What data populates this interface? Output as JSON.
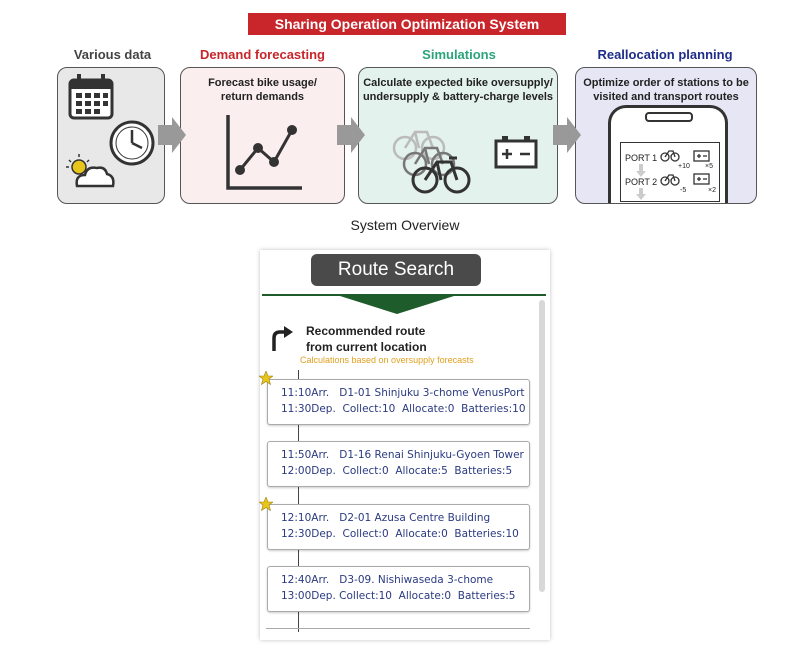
{
  "banner": {
    "title": "Sharing Operation Optimization System"
  },
  "stages": [
    {
      "title": "Various data",
      "color": "#444444"
    },
    {
      "title": "Demand forecasting",
      "color": "#c8262b",
      "text": [
        "Forecast bike usage/",
        "return demands"
      ]
    },
    {
      "title": "Simulations",
      "color": "#2ba37c",
      "text": [
        "Calculate expected bike oversupply/",
        "undersupply & battery-charge levels"
      ]
    },
    {
      "title": "Reallocation planning",
      "color": "#1e2d8a",
      "text": [
        "Optimize order of stations to be",
        "visited and transport routes"
      ]
    }
  ],
  "phone_screen": {
    "port1": "PORT 1",
    "port1_plus": "+10",
    "port1_mult": "×5",
    "port2": "PORT 2",
    "port2_minus": "-5",
    "port2_mult": "×2"
  },
  "caption": "System Overview",
  "route": {
    "button": "Route Search",
    "heading_line1": "Recommended route",
    "heading_line2": "from current location",
    "note": "Calculations based on oversupply forecasts",
    "stops": [
      {
        "line1": "11:10Arr.   D1-01 Shinjuku 3-chome VenusPort",
        "line2": "11:30Dep.  Collect:10  Allocate:0  Batteries:10",
        "star": true
      },
      {
        "line1": "11:50Arr.   D1-16 Renai Shinjuku-Gyoen Tower",
        "line2": "12:00Dep.  Collect:0  Allocate:5  Batteries:5",
        "star": false
      },
      {
        "line1": "12:10Arr.   D2-01 Azusa Centre Building",
        "line2": "12:30Dep.  Collect:0  Allocate:0  Batteries:10",
        "star": true
      },
      {
        "line1": "12:40Arr.   D3-09. Nishiwaseda 3-chome",
        "line2": "13:00Dep. Collect:10  Allocate:0  Batteries:5",
        "star": false
      }
    ]
  },
  "colors": {
    "banner": "#c8262b",
    "route_green": "#1f5c2c",
    "star": "#e8c51a",
    "note": "#e0a020",
    "card_text": "#2a3a80"
  }
}
